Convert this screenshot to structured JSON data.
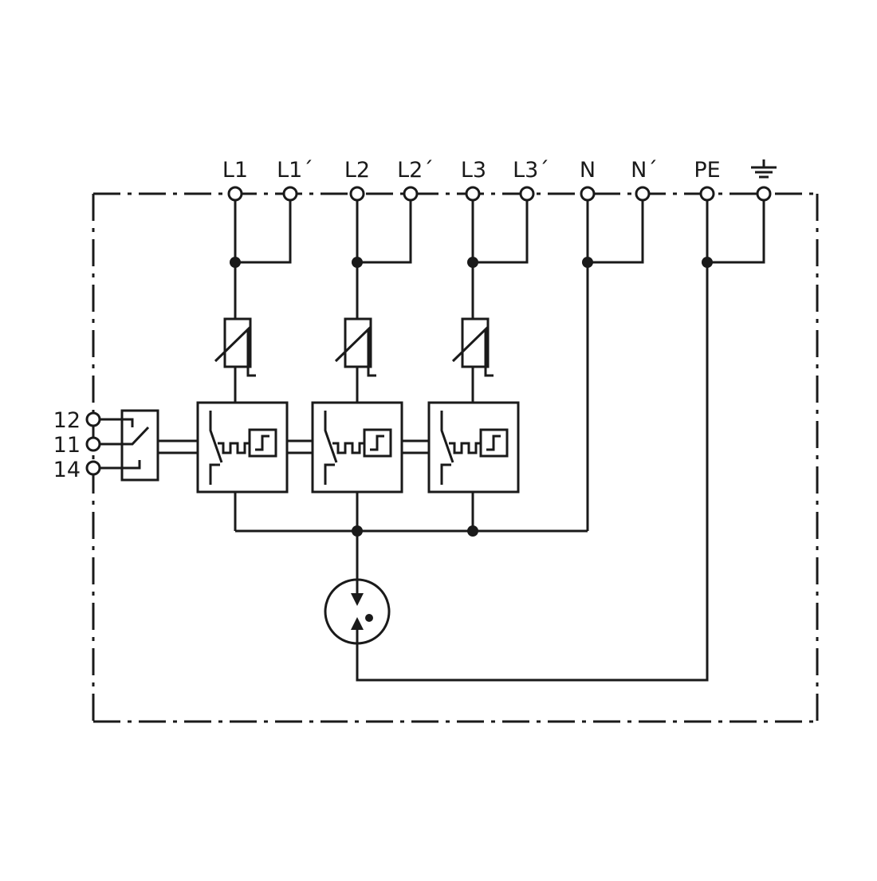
{
  "diagram": {
    "top_terminals": [
      {
        "label": "L1"
      },
      {
        "label": "L1´"
      },
      {
        "label": "L2"
      },
      {
        "label": "L2´"
      },
      {
        "label": "L3"
      },
      {
        "label": "L3´"
      },
      {
        "label": "N"
      },
      {
        "label": "N´"
      },
      {
        "label": "PE"
      },
      {
        "label": "",
        "icon": "ground-icon"
      }
    ],
    "contact_terminals": [
      {
        "label": "12"
      },
      {
        "label": "11"
      },
      {
        "label": "14"
      }
    ],
    "components": {
      "varistors": 3,
      "disconnector_modules": 3,
      "remote_signal_contact": 1,
      "spark_gap": 1
    },
    "colors": {
      "line": "#1a1a1a",
      "background": "#ffffff"
    }
  }
}
